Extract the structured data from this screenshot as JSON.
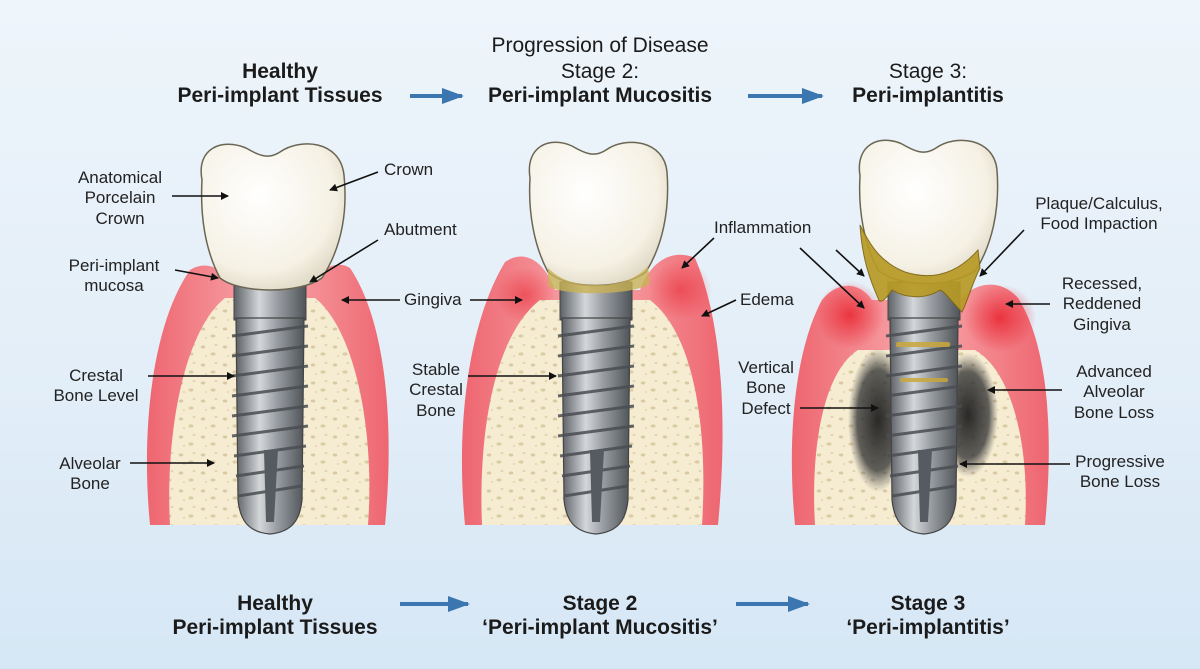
{
  "header": {
    "progression": "Progression of Disease",
    "healthy_line1": "Healthy",
    "healthy_line2": "Peri-implant Tissues",
    "stage2_line1": "Stage 2:",
    "stage2_line2": "Peri-implant Mucositis",
    "stage3_line1": "Stage 3:",
    "stage3_line2": "Peri-implantitis"
  },
  "footer": {
    "healthy_line1": "Healthy",
    "healthy_line2": "Peri-implant Tissues",
    "stage2_line1": "Stage 2",
    "stage2_line2": "‘Peri-implant Mucositis’",
    "stage3_line1": "Stage 3",
    "stage3_line2": "‘Peri-implantitis’"
  },
  "labels": {
    "anatomical_crown": [
      "Anatomical",
      "Porcelain",
      "Crown"
    ],
    "crown": "Crown",
    "abutment": "Abutment",
    "peri_implant_mucosa": [
      "Peri-implant",
      "mucosa"
    ],
    "gingiva": "Gingiva",
    "crestal_bone_level": [
      "Crestal",
      "Bone Level"
    ],
    "alveolar_bone": [
      "Alveolar",
      "Bone"
    ],
    "inflammation": "Inflammation",
    "edema": "Edema",
    "stable_crestal_bone": [
      "Stable",
      "Crestal",
      "Bone"
    ],
    "vertical_bone_defect": [
      "Vertical",
      "Bone",
      "Defect"
    ],
    "plaque": [
      "Plaque/Calculus,",
      "Food Impaction"
    ],
    "recessed_gingiva": [
      "Recessed,",
      "Reddened",
      "Gingiva"
    ],
    "advanced_bone_loss": [
      "Advanced",
      "Alveolar",
      "Bone Loss"
    ],
    "progressive_bone_loss": [
      "Progressive",
      "Bone Loss"
    ]
  },
  "colors": {
    "gum": "#f26d74",
    "bone": "#f6ecd2",
    "titanium": "#8d9196",
    "crown": "#fbfaf3",
    "calculus": "#b89a25",
    "arrow": "#3b76b0"
  }
}
